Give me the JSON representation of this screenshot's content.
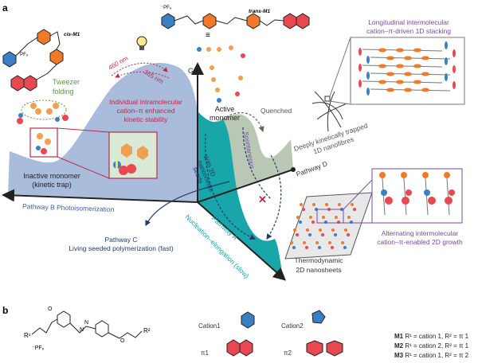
{
  "panel_a": {
    "label": "a",
    "cis_label": "cis-M1",
    "trans_label": "trans-M1",
    "counterion": "⁻PF₆",
    "tweezer": [
      "Tweezer",
      "folding"
    ],
    "light_460": "460 nm",
    "light_365": "365 nm",
    "kinetic_stability": [
      "Individual intramolecular",
      "cation–π enhanced",
      "kinetic stability"
    ],
    "inactive_monomer": [
      "Inactive monomer",
      "(kinetic trap)"
    ],
    "active_monomer": [
      "Active",
      "monomer"
    ],
    "g_axis": "G",
    "quenched": "Quenched",
    "spontaneous": "Spontaneous",
    "with_seeds": [
      "With 2D",
      "nanosheets",
      "seeds"
    ],
    "nanofibres": [
      "Deeply kinetically trapped",
      "1D nanofibres"
    ],
    "stacking_1d": [
      "Longitudinal intermolecular",
      "cation–π-driven 1D stacking"
    ],
    "pathway_d": "Pathway D",
    "pathway_b": "Pathway B Photoisomerization",
    "pathway_c": [
      "Pathway C",
      "Living seeded polymerization (fast)"
    ],
    "pathway_a": [
      "Pathway A",
      "Nucleation–elongation (slow)"
    ],
    "nanosheets": [
      "Thermodynamic",
      "2D nanosheets"
    ],
    "growth_2d": [
      "Alternating intermolecular",
      "cation–π-enabled 2D growth"
    ],
    "colors": {
      "blue_hill": "#a9bcdc",
      "teal": "#18a6a8",
      "sage": "#b9c8b4",
      "crimson": "#c0284a",
      "purple": "#7a4aa0",
      "green": "#5a9a3a",
      "pyridinium": "#3b7fc4",
      "azobenzene": "#f07a2a",
      "naphthalene": "#e8484f"
    }
  },
  "panel_b": {
    "label": "b",
    "r1": "R¹",
    "r2": "R²",
    "counterion": "⁻PF₆",
    "cation1": "Cation1",
    "cation2": "Cation2",
    "pi1": "π1",
    "pi2": "π2",
    "definitions": [
      {
        "name": "M1",
        "text": "R¹ = cation 1, R² = π 1"
      },
      {
        "name": "M2",
        "text": "R¹ = cation 2, R² = π 1"
      },
      {
        "name": "M3",
        "text": "R¹ = cation 1, R² = π 2"
      }
    ]
  }
}
